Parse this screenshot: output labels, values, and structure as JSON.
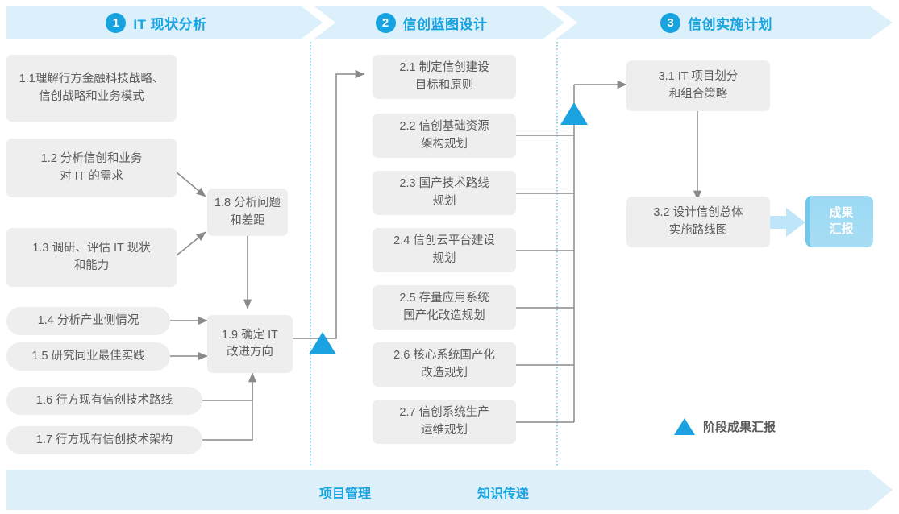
{
  "phases": [
    {
      "num": "1",
      "title": "IT 现状分析"
    },
    {
      "num": "2",
      "title": "信创蓝图设计"
    },
    {
      "num": "3",
      "title": "信创实施计划"
    }
  ],
  "nodes": {
    "n11": "1.1理解行方金融科技战略、\n信创战略和业务模式",
    "n12": "1.2 分析信创和业务\n对 IT 的需求",
    "n13": "1.3 调研、评估 IT 现状\n和能力",
    "n14": "1.4 分析产业侧情况",
    "n15": "1.5 研究同业最佳实践",
    "n16": "1.6 行方现有信创技术路线",
    "n17": "1.7 行方现有信创技术架构",
    "n18": "1.8 分析问题\n和差距",
    "n19": "1.9 确定 IT\n改进方向",
    "n21": "2.1 制定信创建设\n目标和原则",
    "n22": "2.2 信创基础资源\n架构规划",
    "n23": "2.3 国产技术路线\n规划",
    "n24": "2.4 信创云平台建设\n规划",
    "n25": "2.5 存量应用系统\n国产化改造规划",
    "n26": "2.6 核心系统国产化\n改造规划",
    "n27": "2.7 信创系统生产\n运维规划",
    "n31": "3.1 IT 项目划分\n和组合策略",
    "n32": "3.2 设计信创总体\n实施路线图"
  },
  "result_chip": "成果\n汇报",
  "legend": {
    "label": "阶段成果汇报"
  },
  "bottom_band": {
    "labels": [
      "项目管理",
      "知识传递"
    ]
  },
  "colors": {
    "accent": "#17a2e0",
    "band": "#dcf0fb",
    "node_bg": "#eeeeee",
    "node_text": "#5b5b5b",
    "link": "#8a8a8a",
    "chip": "#9bd9f4",
    "divider": "#59c0e8"
  }
}
